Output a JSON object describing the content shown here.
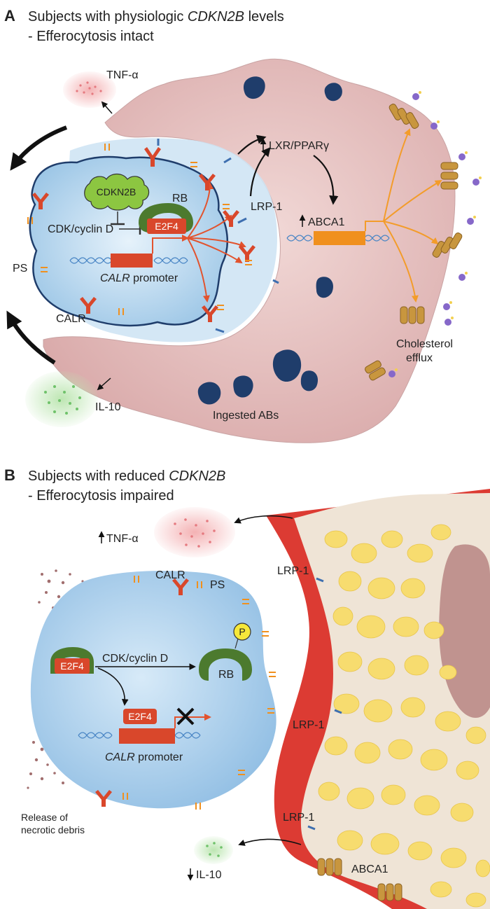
{
  "panel_a": {
    "letter": "A",
    "title_prefix": "Subjects with physiologic ",
    "title_gene": "CDKN2B",
    "title_suffix": " levels",
    "subtitle": "- Efferocytosis intact",
    "tnf": "TNF-α",
    "il10": "IL-10",
    "cdkn2b": "CDKN2B",
    "rb": "RB",
    "cdk_cyclin": "CDK/cyclin D",
    "e2f4": "E2F4",
    "ps": "PS",
    "calr": "CALR",
    "calr_gene": "CALR",
    "promoter": " promoter",
    "lxr": "LXR/PPARγ",
    "lrp1": "LRP-1",
    "abca1": "ABCA1",
    "cholesterol": "Cholesterol",
    "efflux": "efflux",
    "ingested": "Ingested ABs"
  },
  "panel_b": {
    "letter": "B",
    "title_prefix": "Subjects with reduced ",
    "title_gene": "CDKN2B",
    "subtitle": "- Efferocytosis impaired",
    "tnf": "TNF-α",
    "il10": "IL-10",
    "calr": "CALR",
    "ps": "PS",
    "cdk_cyclin": "CDK/cyclin D",
    "e2f4": "E2F4",
    "e2f4_bound": "E2F4",
    "rb": "RB",
    "phospho": "P",
    "calr_gene": "CALR",
    "promoter": " promoter",
    "lrp1_top": "LRP-1",
    "lrp1_mid": "LRP-1",
    "lrp1_bottom": "LRP-1",
    "abca1": "ABCA1",
    "release_line1": "Release of",
    "release_line2": "necrotic debris"
  },
  "colors": {
    "macrophage": "#e8c4c4",
    "apoptotic_body": "#bcd9ef",
    "nucleus": "#1f3d6b",
    "e2f4": "#d9472b",
    "rb_green": "#4c7a2e",
    "cdkn2b_green": "#8cc641",
    "abca1_orange": "#f0901e",
    "arrow_red": "#e2532e",
    "arrow_orange": "#f39c2a",
    "lipid_yellow": "#f7dc6f",
    "lrp_blue": "#3e6fb0",
    "impaired_red": "#e0433a"
  }
}
